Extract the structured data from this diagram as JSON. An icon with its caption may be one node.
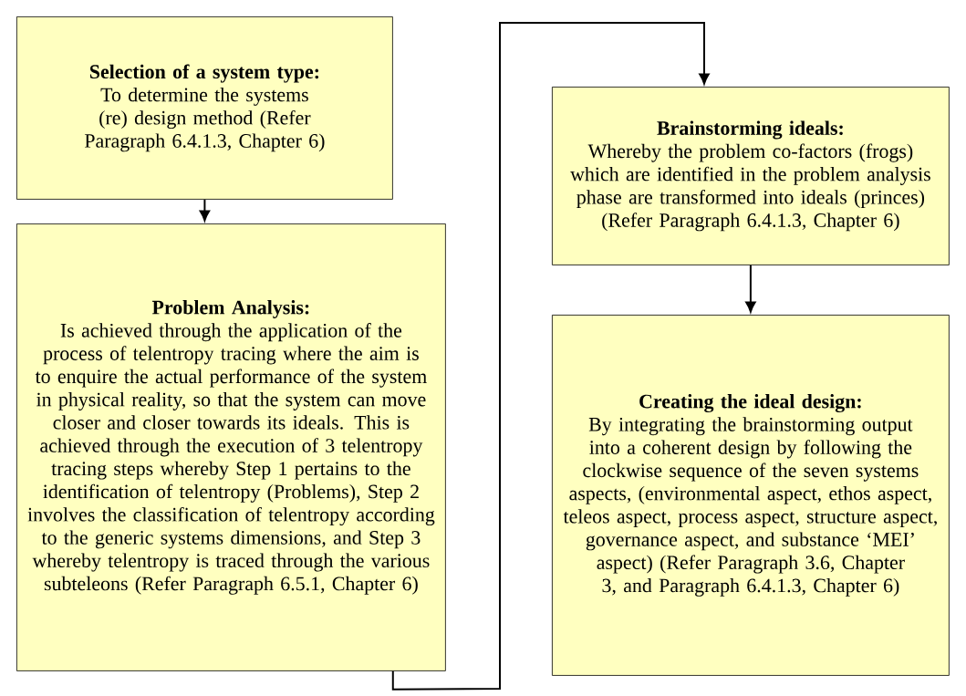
{
  "diagram": {
    "nodes": [
      {
        "text": [
          "Selection of a system type:",
          "To determine the systems (re) design method (Refer Paragraph 6.4.1.3, Chapter 6)"
        ]
      },
      {
        "text": [
          "Problem Analysis:",
          "Is achieved through the application of the process of telentropy tracing where the aim is to enquire the actual performance of the system in physical reality, so that the system can move closer and closer towards its ideals. This is achieved through the execution of 3 telentropy tracing steps whereby Step 1 pertains to the identification of telentropy (Problems), Step 2 involves the classification of telentropy according to the generic systems dimensions, and Step 3 whereby telentropy is traced through the various subteleons (Refer Paragraph 6.5.1, Chapter 6)"
        ]
      },
      {
        "text": [
          "Brainstorming ideals:",
          "Whereby the  problem co-factors (frogs) which are identified in the problem analysis phase are transformed into ideals (princes) (Refer Paragraph 6.4.1.3, Chapter 6)"
        ]
      },
      {
        "text": [
          "Creating the ideal design:",
          "By integrating the brainstorming output into a coherent design by following the clockwise sequence of the seven systems aspects, (environmental aspect,  ethos aspect, teleos aspect, process aspect, structure aspect, governance aspect, and substance ‘MEI’ aspect) (Refer Paragraph 3.6, Chapter 3, and Paragraph 6.4.1.3, Chapter 6)"
        ]
      }
    ],
    "edges": [
      {
        "from": 0,
        "to": 1,
        "arrow": "to"
      },
      {
        "from": 1,
        "to": 2,
        "arrow": "to"
      },
      {
        "from": 2,
        "to": 3,
        "arrow": "to"
      }
    ]
  }
}
